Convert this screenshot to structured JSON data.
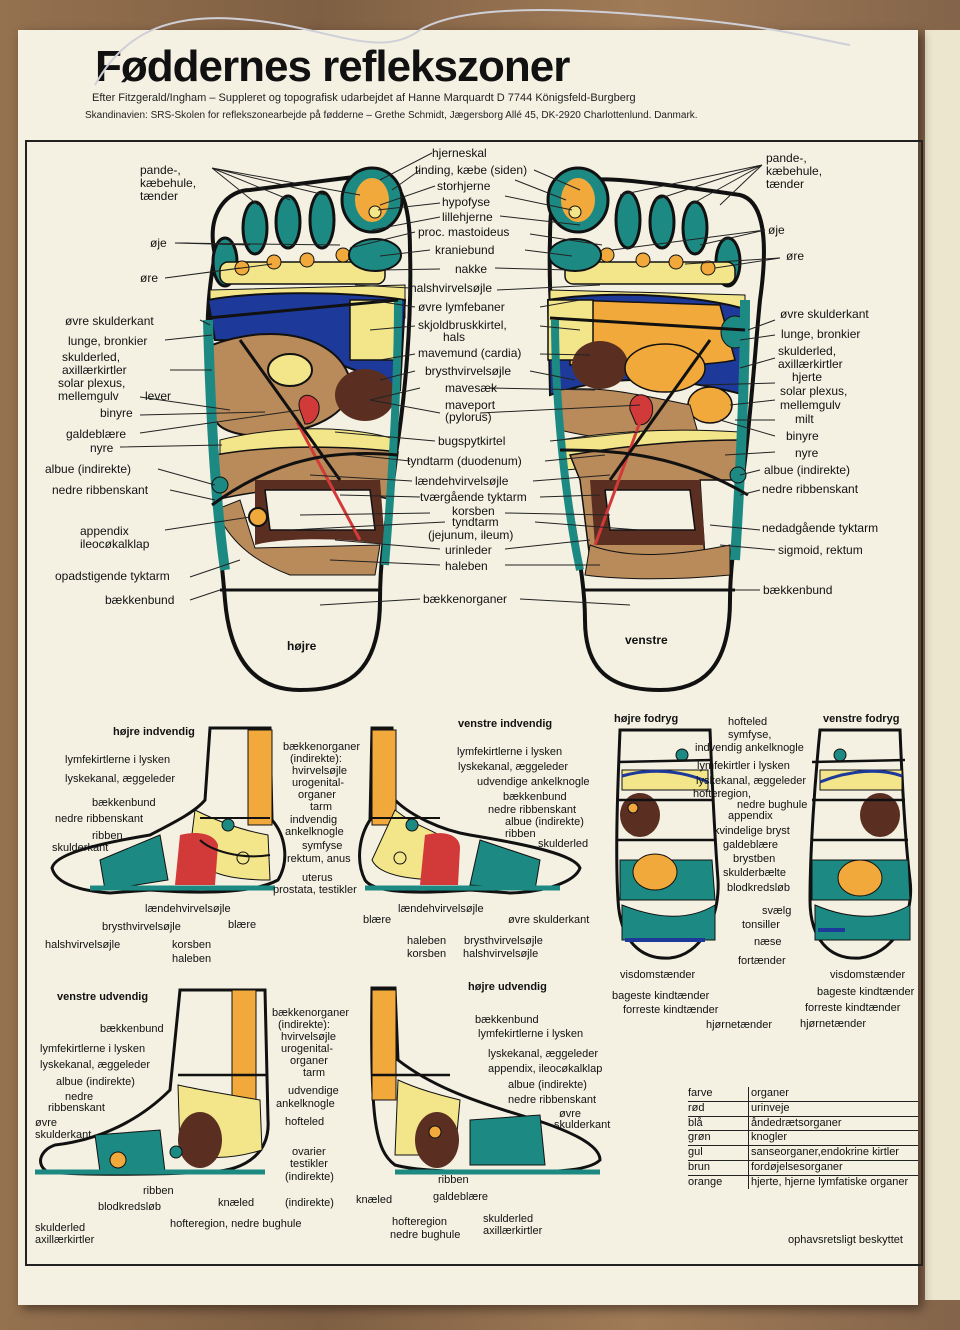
{
  "title": "Føddernes reflekszoner",
  "subtitle_1": "Efter Fitzgerald/Ingham – Suppleret og topografisk udarbejdet af Hanne Marquardt D 7744 Königsfeld-Burgberg",
  "subtitle_2": "Skandinavien: SRS-Skolen for reflekszonearbejde på fødderne – Grethe Schmidt, Jægersborg Allé 45, DK-2920 Charlottenlund. Danmark.",
  "soles": {
    "right_label": "højre",
    "left_label": "venstre",
    "left_side_labels": [
      "pande-,",
      "kæbehule,",
      "tænder",
      "øje",
      "øre",
      "øvre skulderkant",
      "lunge, bronkier",
      "skulderled,",
      "axillærkirtler",
      "solar plexus,",
      "mellemgulv",
      "lever",
      "binyre",
      "galdeblære",
      "nyre",
      "albue (indirekte)",
      "nedre ribbenskant",
      "appendix",
      "ileocøkalklap",
      "opadstigende tyktarm",
      "bækkenbund"
    ],
    "center_labels": [
      "hjerneskal",
      "tinding, kæbe (siden)",
      "storhjerne",
      "hypofyse",
      "lillehjerne",
      "proc. mastoideus",
      "kraniebund",
      "nakke",
      "halshvirvelsøjle",
      "øvre lymfebaner",
      "skjoldbruskkirtel,",
      "hals",
      "mavemund (cardia)",
      "brysthvirvelsøjle",
      "mavesæk",
      "maveport",
      "(pylorus)",
      "bugspytkirtel",
      "tyndtarm (duodenum)",
      "lændehvirvelsøjle",
      "tværgående tyktarm",
      "korsben",
      "tyndtarm",
      "(jejunum, ileum)",
      "urinleder",
      "haleben",
      "bækkenorganer"
    ],
    "right_side_labels": [
      "pande-,",
      "kæbehule,",
      "tænder",
      "øje",
      "øre",
      "øvre skulderkant",
      "lunge, bronkier",
      "skulderled,",
      "axillærkirtler",
      "hjerte",
      "solar plexus,",
      "mellemgulv",
      "milt",
      "binyre",
      "nyre",
      "albue (indirekte)",
      "nedre ribbenskant",
      "nedadgående tyktarm",
      "sigmoid, rektum",
      "bækkenbund"
    ]
  },
  "inner_right": {
    "heading": "højre indvendig",
    "labels": [
      "lymfekirtlerne i lysken",
      "lyskekanal, æggeleder",
      "bækkenbund",
      "nedre ribbenskant",
      "ribben",
      "skulderkant",
      "lændehvirvelsøjle",
      "brysthvirvelsøjle",
      "blære",
      "halshvirvelsøjle",
      "korsben",
      "haleben",
      "bækkenorganer",
      "(indirekte):",
      "hvirvelsøjle",
      "urogenital-",
      "organer",
      "tarm",
      "indvendig",
      "ankelknogle",
      "symfyse",
      "rektum, anus",
      "uterus",
      "prostata, testikler"
    ]
  },
  "inner_left": {
    "heading": "venstre indvendig",
    "labels": [
      "lymfekirtlerne i lysken",
      "lyskekanal, æggeleder",
      "udvendige ankelknogle",
      "bækkenbund",
      "nedre ribbenskant",
      "albue (indirekte)",
      "ribben",
      "skulderled",
      "lændehvirvelsøjle",
      "blære",
      "øvre skulderkant",
      "haleben",
      "korsben",
      "brysthvirvelsøjle",
      "halshvirvelsøjle"
    ]
  },
  "dorsum_right": {
    "heading": "højre fodryg"
  },
  "dorsum_left": {
    "heading": "venstre fodryg"
  },
  "dorsum_labels": [
    "hofteled",
    "symfyse,",
    "indvendig ankelknogle",
    "lymfekirtler i lysken",
    "lyskekanal, æggeleder",
    "hofteregion,",
    "nedre bughule",
    "appendix",
    "kvindelige bryst",
    "galdeblære",
    "brystben",
    "skulderbælte",
    "blodkredsløb",
    "svælg",
    "tonsiller",
    "næse",
    "fortænder",
    "visdomstænder",
    "bageste kindtænder",
    "forreste kindtænder",
    "hjørnetænder",
    "visdomstænder",
    "bageste kindtænder",
    "forreste kindtænder",
    "hjørnetænder"
  ],
  "outer_left": {
    "heading": "venstre udvendig",
    "labels": [
      "bækkenbund",
      "lymfekirtlerne i lysken",
      "lyskekanal, æggeleder",
      "albue (indirekte)",
      "nedre",
      "ribbenskant",
      "øvre",
      "skulderkant",
      "ribben",
      "blodkredsløb",
      "knæled",
      "skulderled",
      "axillærkirtler",
      "hofteregion, nedre bughule"
    ]
  },
  "outer_center_labels": [
    "bækkenorganer",
    "(indirekte):",
    "hvirvelsøjle",
    "urogenital-",
    "organer",
    "tarm",
    "udvendige",
    "ankelknogle",
    "hofteled",
    "ovarier",
    "testikler",
    "(indirekte)",
    "(indirekte)"
  ],
  "outer_right": {
    "heading": "højre udvendig",
    "labels": [
      "bækkenbund",
      "lymfekirtlerne i lysken",
      "lyskekanal, æggeleder",
      "appendix, ileocøkalklap",
      "albue (indirekte)",
      "nedre ribbenskant",
      "øvre",
      "skulderkant",
      "knæled",
      "ribben",
      "galdeblære",
      "hofteregion",
      "nedre bughule",
      "skulderled",
      "axillærkirtler"
    ]
  },
  "legend": {
    "header": [
      "farve",
      "organer"
    ],
    "rows": [
      [
        "rød",
        "urinveje"
      ],
      [
        "blå",
        "åndedrætsorganer"
      ],
      [
        "grøn",
        "knogler"
      ],
      [
        "gul",
        "sanseorganer,endokrine kirtler"
      ],
      [
        "brun",
        "fordøjelsesorganer"
      ],
      [
        "orange",
        "hjerte, hjerne lymfatiske organer"
      ]
    ]
  },
  "copyright": "ophavsretsligt beskyttet",
  "colors": {
    "red": "#d23a3a",
    "blue": "#1d3a9a",
    "green": "#1c8a82",
    "yellow": "#f2e58a",
    "brown": "#5a2f22",
    "tan": "#b98a5a",
    "orange": "#f0a93a",
    "paper": "#f4f1e3",
    "ink": "#111111"
  }
}
